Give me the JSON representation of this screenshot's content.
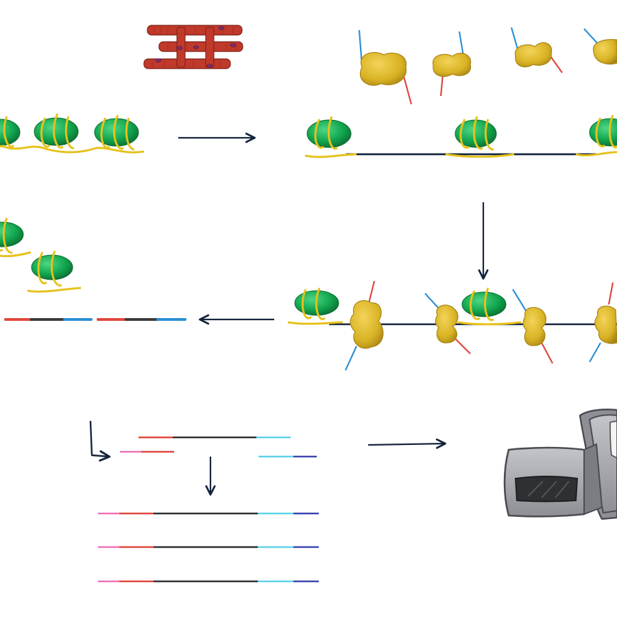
{
  "title": "",
  "steps": [
    {
      "id": "tissue",
      "label": ""
    },
    {
      "id": "chromatin",
      "label": ""
    },
    {
      "id": "open-chromatin",
      "label": ""
    },
    {
      "id": "transposase-loaded",
      "label": ""
    },
    {
      "id": "tagmented-fragments",
      "label": ""
    },
    {
      "id": "pcr-amplification",
      "label": ""
    },
    {
      "id": "sequencer",
      "label": ""
    }
  ],
  "colors": {
    "background": "#ffffff",
    "tissue": "#c0392b",
    "tissue_dark": "#7a1f12",
    "nucleus": "#7b2d6b",
    "nucleosome": "#12a64f",
    "nucleosome_dark": "#0b6e33",
    "dna_coil": "#e6c21a",
    "transposase": "#d9b324",
    "transposase_dark": "#a88415",
    "dna_linker": "#14243e",
    "adapter_red": "#e0463d",
    "adapter_blue": "#2b8fd6",
    "adapter_pink": "#ee72b4",
    "adapter_cyan": "#5fd3e9",
    "adapter_navy": "#3a47b0",
    "fragment_black": "#2f2f2f",
    "arrow": "#14243e",
    "sequencer_body": "#a7a8ac",
    "sequencer_dark": "#5a5b60",
    "sequencer_slot": "#2f3033"
  },
  "icons": [
    "muscle-tissue-icon",
    "nucleosome-icon",
    "tn5-transposase-icon",
    "step-arrow-icon",
    "sequencer-icon"
  ]
}
